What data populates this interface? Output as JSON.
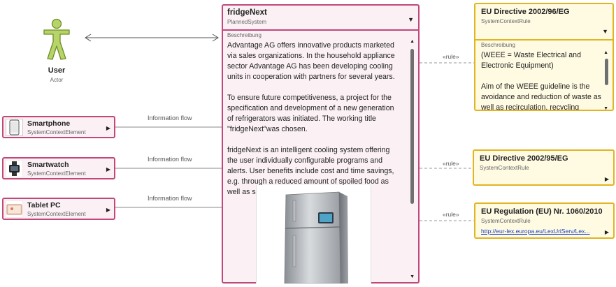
{
  "actor": {
    "name": "User",
    "type": "Actor"
  },
  "system": {
    "title": "fridgeNext",
    "type": "PlannedSystem",
    "description_label": "Beschreibung",
    "paragraphs": [
      "Advantage AG offers innovative products marketed via sales organizations. In the household appliance sector Advantage AG has been developing cooling units in cooperation with partners for several years.",
      "To ensure future competitiveness, a project for the specification and development of a new generation of refrigerators was initiated. The working title \"fridgeNext\"was chosen.",
      "fridgeNext is an intelligent cooling system offering the user individually configurable programs and alerts. User benefits include cost and time savings, e.g. through a reduced amount of spoiled food as well as shopping suggestions."
    ]
  },
  "elements": [
    {
      "name": "Smartphone",
      "type": "SystemContextElement",
      "flow": "Information flow",
      "icon": "smartphone-icon"
    },
    {
      "name": "Smartwatch",
      "type": "SystemContextElement",
      "flow": "Information flow",
      "icon": "smartwatch-icon"
    },
    {
      "name": "Tablet PC",
      "type": "SystemContextElement",
      "flow": "Information flow",
      "icon": "tablet-icon"
    }
  ],
  "rules": [
    {
      "name": "EU Directive 2002/96/EG",
      "type": "SystemContextRule",
      "stereotype": "«rule»",
      "description_label": "Beschreibung",
      "paragraphs": [
        "(WEEE = Waste Electrical and Electronic Equipment)",
        "Aim of the WEEE guideline is the avoidance and reduction of waste as well as recirculation, recycling"
      ]
    },
    {
      "name": "EU Directive 2002/95/EG",
      "type": "SystemContextRule",
      "stereotype": "«rule»"
    },
    {
      "name": "EU Regulation (EU) Nr. 1060/2010",
      "type": "SystemContextRule",
      "stereotype": "«rule»",
      "link": "http://eur-lex.europa.eu/LexUriServ/Lex..."
    }
  ],
  "colors": {
    "system_border": "#c2487a",
    "rule_border": "#e0b422",
    "actor": "#a4c639"
  }
}
